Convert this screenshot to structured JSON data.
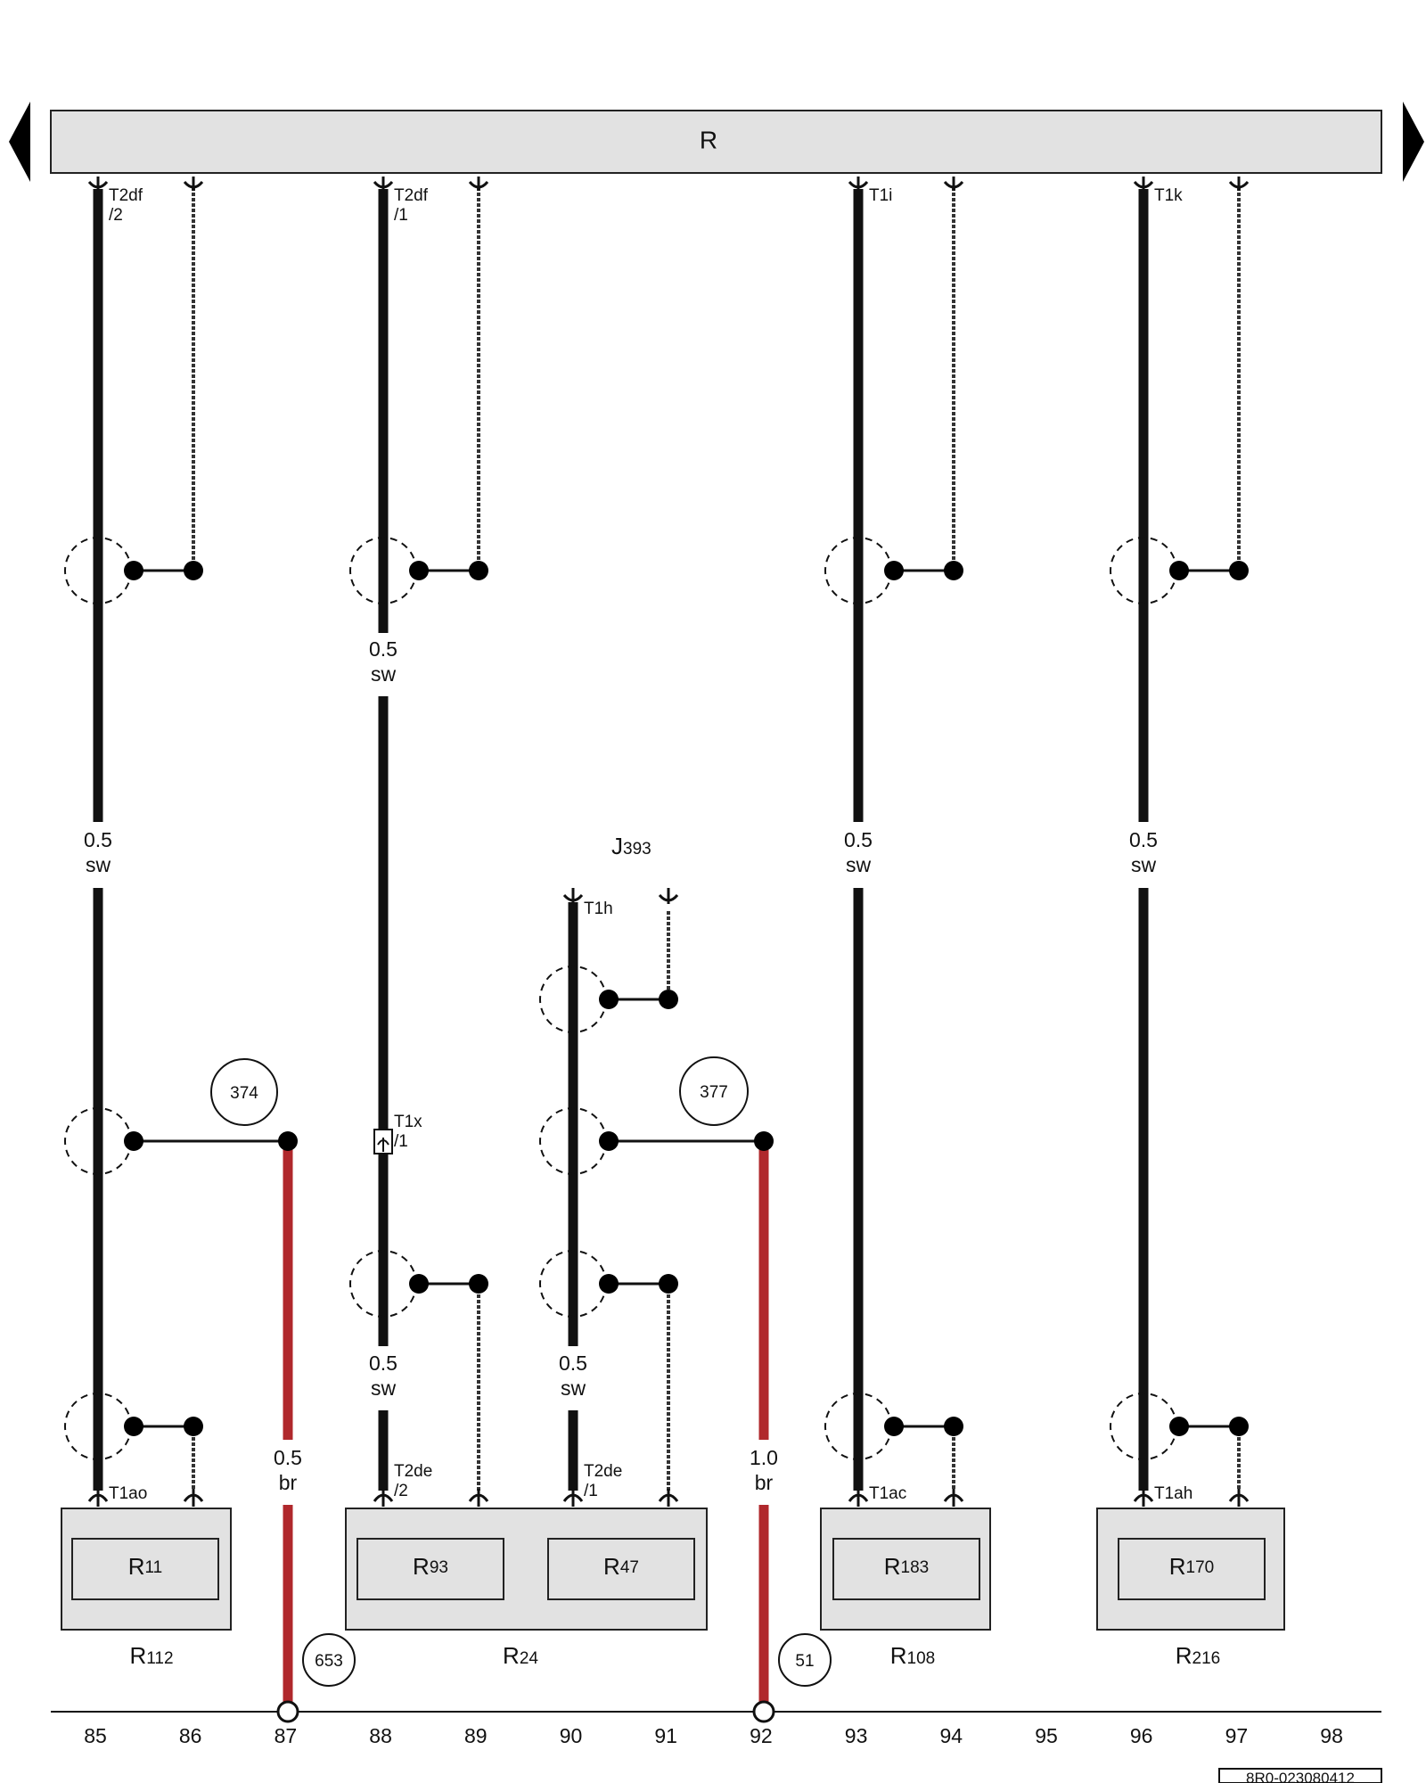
{
  "bus": {
    "label": "R"
  },
  "terminal_labels": {
    "t2df_2": "T2df\n/2",
    "t2df_1": "T2df\n/1",
    "t1i": "T1i",
    "t1k": "T1k",
    "t1h": "T1h",
    "t1x": "T1x\n/1",
    "t1ao": "T1ao",
    "t2de_2": "T2de\n/2",
    "t2de_1": "T2de\n/1",
    "t1ac": "T1ac",
    "t1ah": "T1ah"
  },
  "control_unit": {
    "label_main": "J",
    "label_sub": "393"
  },
  "wire_labels": {
    "w85": {
      "size": "0.5",
      "color": "sw"
    },
    "w88_upper": {
      "size": "0.5",
      "color": "sw"
    },
    "w93": {
      "size": "0.5",
      "color": "sw"
    },
    "w96": {
      "size": "0.5",
      "color": "sw"
    },
    "w88_lower": {
      "size": "0.5",
      "color": "sw"
    },
    "w90": {
      "size": "0.5",
      "color": "sw"
    },
    "w87": {
      "size": "0.5",
      "color": "br"
    },
    "w92": {
      "size": "1.0",
      "color": "br"
    }
  },
  "circle_refs": {
    "c374": "374",
    "c377": "377",
    "c653": "653",
    "c51": "51"
  },
  "components": {
    "r11": {
      "main": "R",
      "sub": "11"
    },
    "r93": {
      "main": "R",
      "sub": "93"
    },
    "r47": {
      "main": "R",
      "sub": "47"
    },
    "r183": {
      "main": "R",
      "sub": "183"
    },
    "r170": {
      "main": "R",
      "sub": "170"
    },
    "r112": {
      "main": "R",
      "sub": "112"
    },
    "r24": {
      "main": "R",
      "sub": "24"
    },
    "r108": {
      "main": "R",
      "sub": "108"
    },
    "r216": {
      "main": "R",
      "sub": "216"
    }
  },
  "wire_colors": {
    "black": "#111111",
    "brown": "#b0282c",
    "bus_fill": "#e2e2e2",
    "box_fill": "#e2e2e2"
  },
  "position_scale": [
    "85",
    "86",
    "87",
    "88",
    "89",
    "90",
    "91",
    "92",
    "93",
    "94",
    "95",
    "96",
    "97",
    "98"
  ],
  "doc_id": "8R0-023080412",
  "icons": {
    "left_arrow": "left-arrow-icon",
    "right_arrow": "right-arrow-icon"
  }
}
